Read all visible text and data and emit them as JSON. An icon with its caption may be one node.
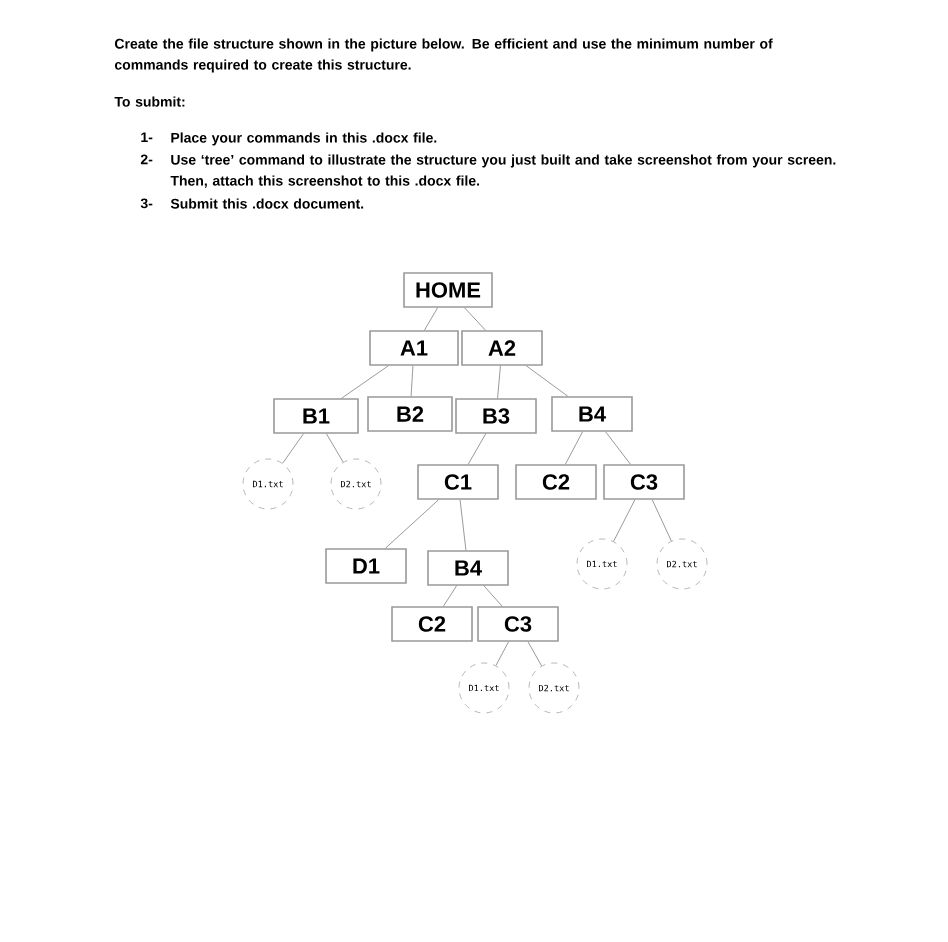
{
  "diagram": {
    "nodes": [
      {
        "text": [
          "HOME"
        ]
      },
      {
        "text": [
          "A1"
        ]
      },
      {
        "text": [
          "A2"
        ]
      },
      {
        "text": [
          "B1"
        ]
      },
      {
        "text": [
          "B2"
        ]
      },
      {
        "text": [
          "B3"
        ]
      },
      {
        "text": [
          "B4"
        ]
      },
      {
        "text": [
          "D1.txt"
        ]
      },
      {
        "text": [
          "D2.txt"
        ]
      },
      {
        "text": [
          "C1"
        ]
      },
      {
        "text": [
          "C2"
        ]
      },
      {
        "text": [
          "C3"
        ]
      },
      {
        "text": [
          "D1"
        ]
      },
      {
        "text": [
          "B4"
        ]
      },
      {
        "text": [
          "C2"
        ]
      },
      {
        "text": [
          "C3"
        ]
      },
      {
        "text": [
          "D1.txt"
        ]
      },
      {
        "text": [
          "D2.txt"
        ]
      },
      {
        "text": [
          "D1.txt"
        ]
      },
      {
        "text": [
          "D2.txt"
        ]
      }
    ],
    "edges": [
      {
        "from": 0,
        "to": 1,
        "arrow": "none"
      },
      {
        "from": 0,
        "to": 2,
        "arrow": "none"
      },
      {
        "from": 1,
        "to": 3,
        "arrow": "none"
      },
      {
        "from": 1,
        "to": 4,
        "arrow": "none"
      },
      {
        "from": 2,
        "to": 5,
        "arrow": "none"
      },
      {
        "from": 2,
        "to": 6,
        "arrow": "none"
      },
      {
        "from": 3,
        "to": 7,
        "arrow": "none"
      },
      {
        "from": 3,
        "to": 8,
        "arrow": "none"
      },
      {
        "from": 5,
        "to": 9,
        "arrow": "none"
      },
      {
        "from": 6,
        "to": 10,
        "arrow": "none"
      },
      {
        "from": 6,
        "to": 11,
        "arrow": "none"
      },
      {
        "from": 9,
        "to": 12,
        "arrow": "none"
      },
      {
        "from": 9,
        "to": 13,
        "arrow": "none"
      },
      {
        "from": 13,
        "to": 14,
        "arrow": "none"
      },
      {
        "from": 13,
        "to": 15,
        "arrow": "none"
      },
      {
        "from": 11,
        "to": 16,
        "arrow": "none"
      },
      {
        "from": 11,
        "to": 17,
        "arrow": "none"
      },
      {
        "from": 15,
        "to": 18,
        "arrow": "none"
      },
      {
        "from": 15,
        "to": 19,
        "arrow": "none"
      }
    ],
    "labels": [
      "Create the file structure shown in the picture below. Be efficient and use the minimum number of commands required to create this structure.",
      "To submit:",
      "1-",
      "Place your commands in this .docx file.",
      "2-",
      "Use ‘tree’ command to illustrate the structure you just built and take screenshot from your screen. Then, attach this screenshot to this .docx file.",
      "3-",
      "Submit this .docx document."
    ]
  }
}
